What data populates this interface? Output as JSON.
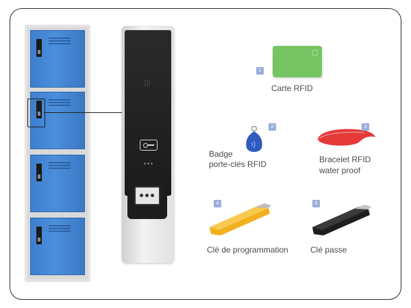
{
  "items": [
    {
      "number": "1",
      "label": "Carte RFID"
    },
    {
      "number": "2",
      "label_line1": "Badge",
      "label_line2": "porte-clés RFID"
    },
    {
      "number": "3",
      "label_line1": "Bracelet RFID",
      "label_line2": "water proof"
    },
    {
      "number": "4",
      "label": "Clé de programmation"
    },
    {
      "number": "5",
      "label": "Clé passe"
    }
  ],
  "colors": {
    "locker_blue": "#4b8fdb",
    "card_green": "#76c563",
    "fob_blue": "#2f5bbf",
    "bracelet_red": "#e43a3a",
    "key_yellow": "#f2b01e",
    "key_black": "#1e1e1e",
    "number_badge": "#9aaed8"
  }
}
